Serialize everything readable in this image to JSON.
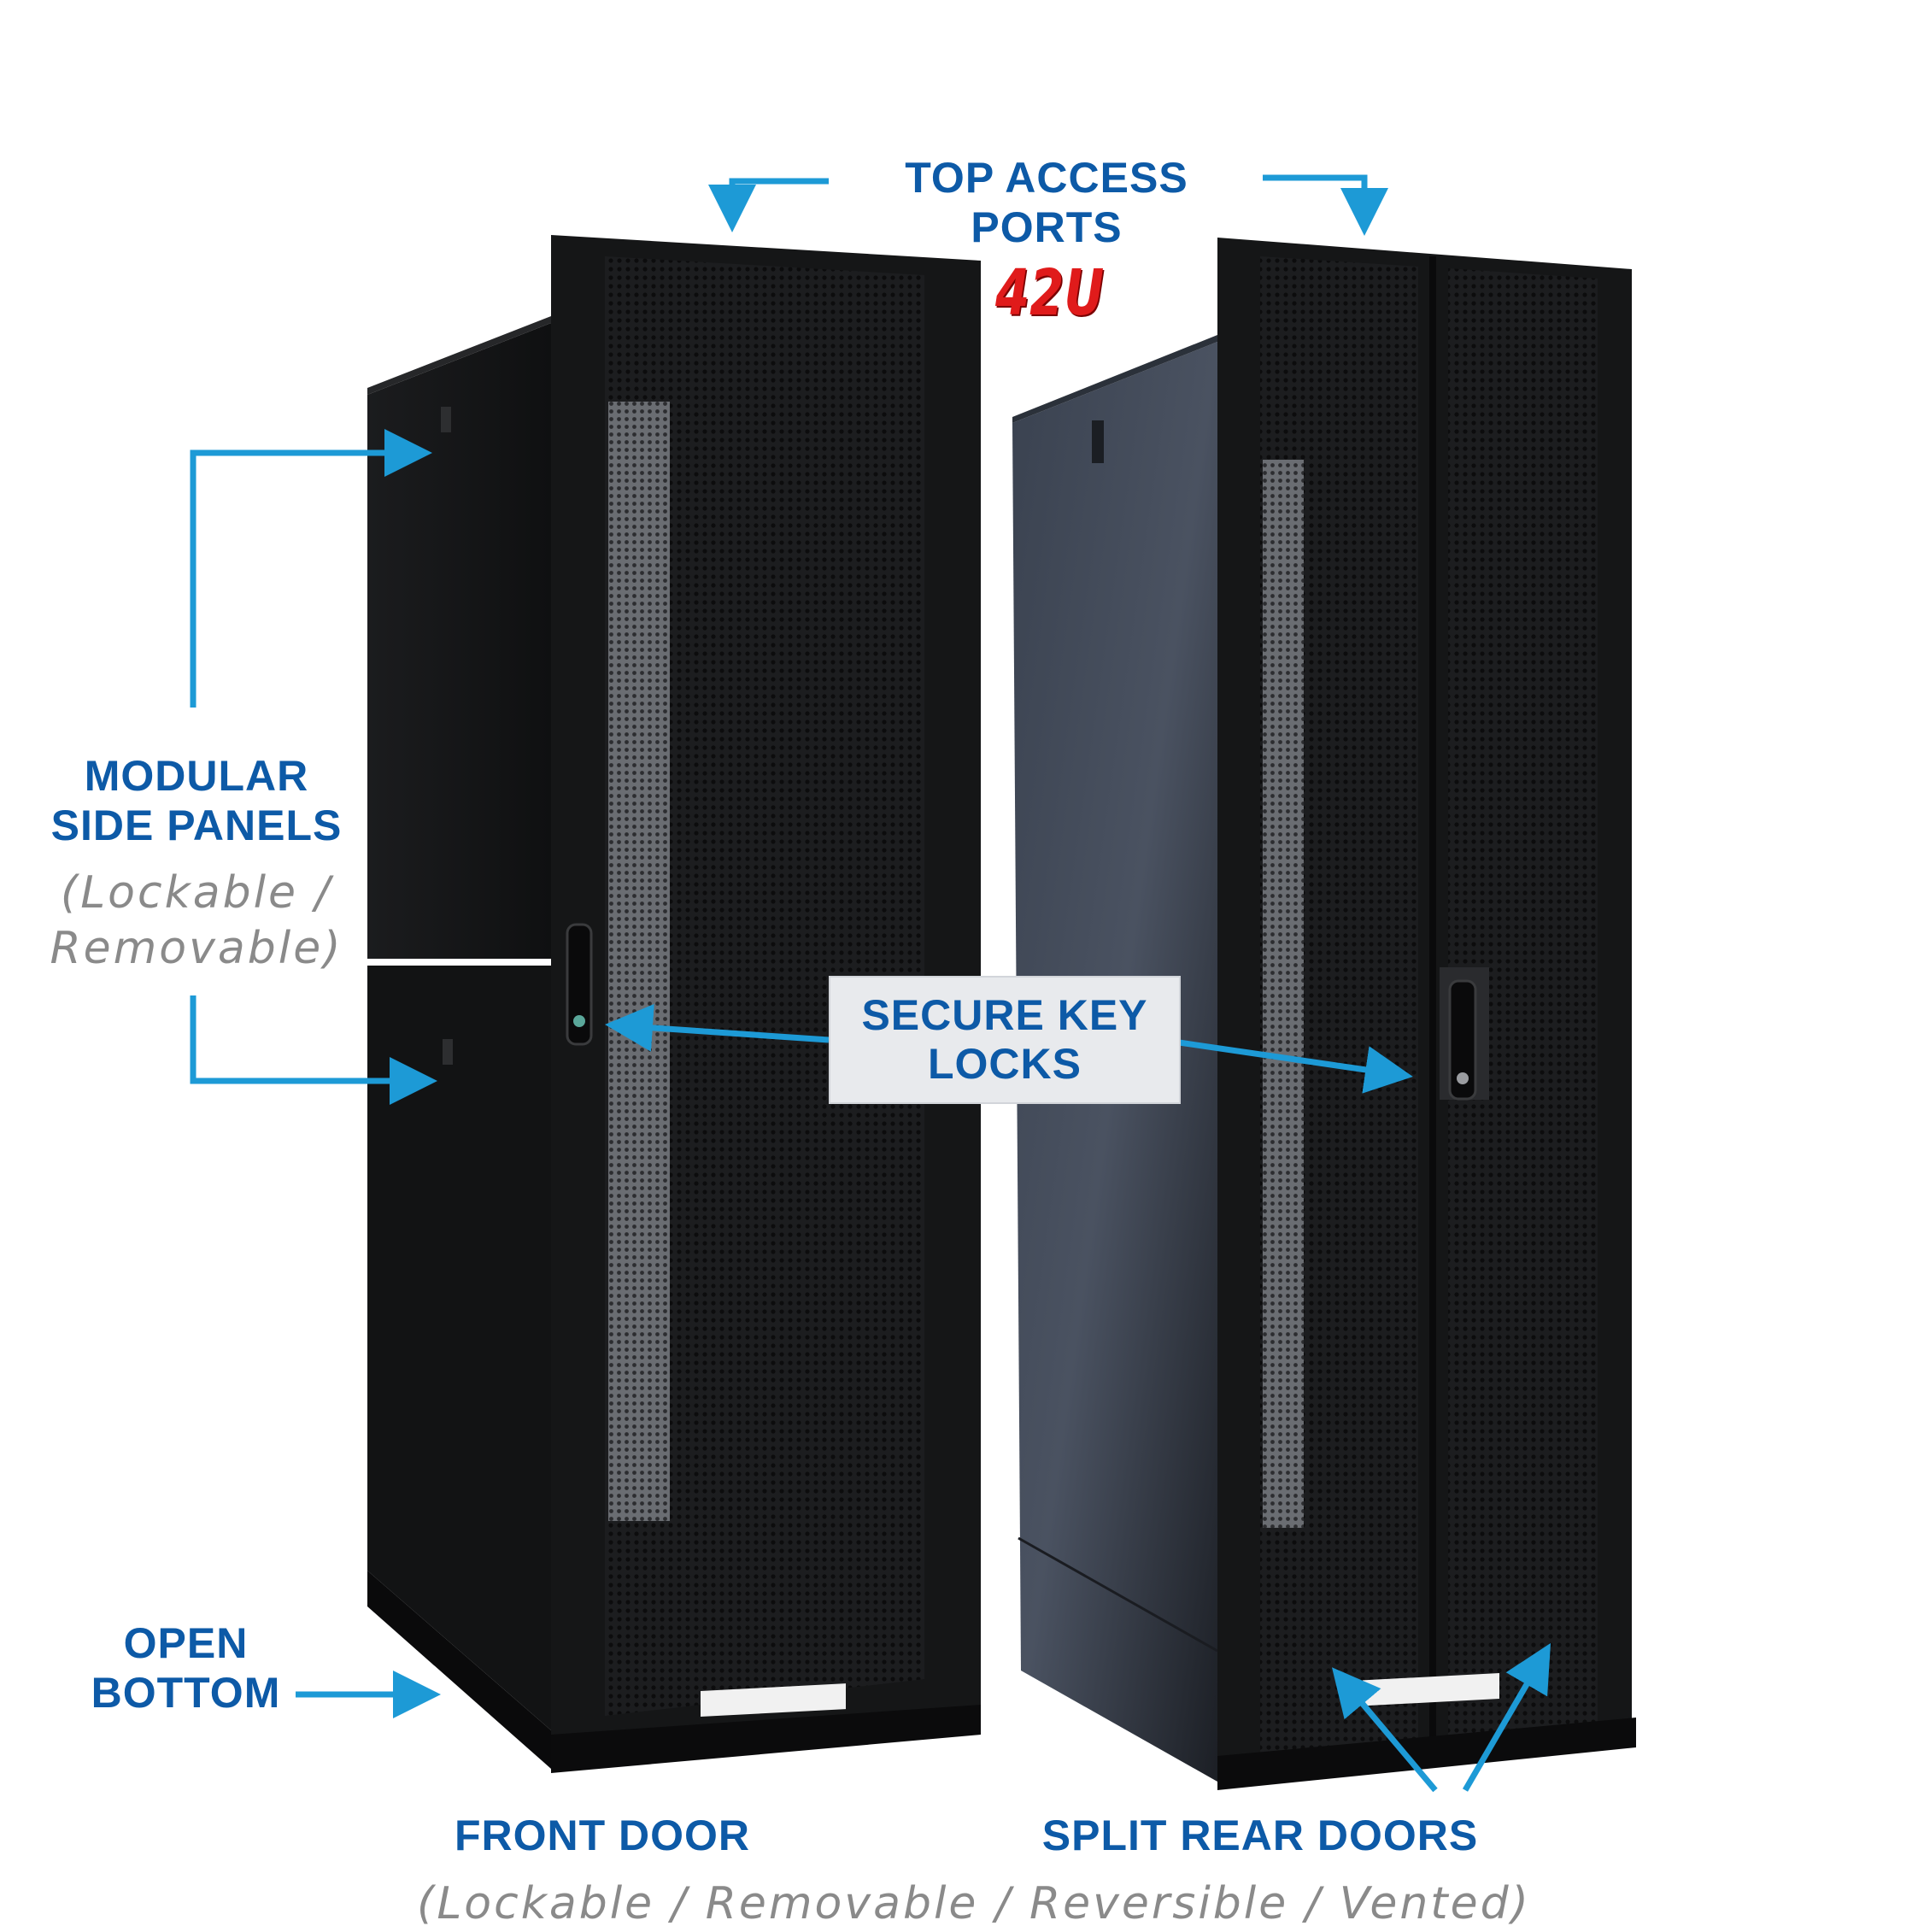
{
  "labels": {
    "top_access_ports": "TOP ACCESS PORTS",
    "rack_size": "42U",
    "side_panels": {
      "title_line1": "MODULAR",
      "title_line2": "SIDE PANELS",
      "sub_line1": "(Lockable /",
      "sub_line2": "Removable)"
    },
    "key_locks": {
      "line1": "SECURE KEY",
      "line2": "LOCKS"
    },
    "open_bottom": {
      "line1": "OPEN",
      "line2": "BOTTOM"
    },
    "front_door": "FRONT DOOR",
    "rear_doors": "SPLIT REAR DOORS",
    "door_features": "(Lockable / Removable / Reversible / Vented)"
  },
  "colors": {
    "label_blue": "#0d5aa7",
    "arrow_blue": "#1d9ad6",
    "badge_red": "#e01b1b",
    "sub_gray": "#8a8a8a",
    "cabinet_black": "#161718",
    "side_panel_slate": "#3b4452"
  }
}
